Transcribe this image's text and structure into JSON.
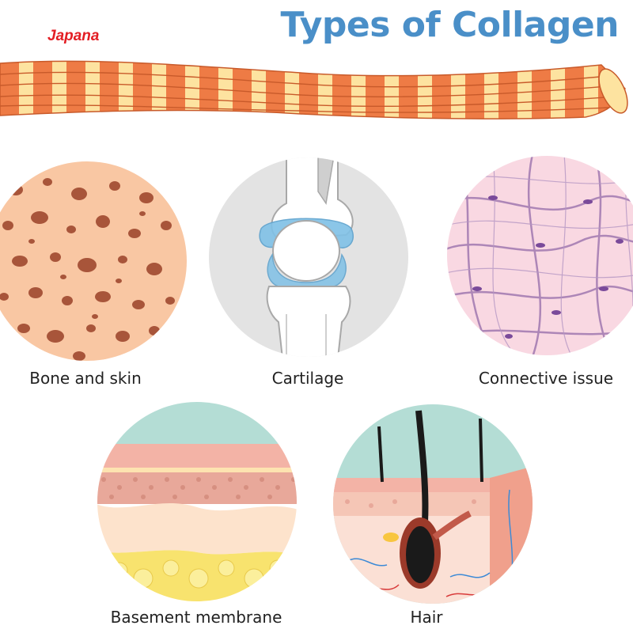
{
  "header": {
    "title": "Types of Collagen",
    "brand": "Japana"
  },
  "types": [
    {
      "label": "Bone and skin"
    },
    {
      "label": "Cartilage"
    },
    {
      "label": "Connective issue"
    },
    {
      "label": "Basement membrane"
    },
    {
      "label": "Hair"
    }
  ],
  "colors": {
    "title": "#4a8fc8",
    "brand": "#e31e24",
    "fiber_orange": "#ee7b45",
    "fiber_cream": "#fde3a0",
    "bone": "#f9c7a3",
    "bone_pore": "#a8553a",
    "cartilage_blue": "#7fc0e6",
    "tissue_pink": "#f9d8e2",
    "tissue_fiber": "#a078b0",
    "membrane_sky": "#b4ddd5",
    "fat_yellow": "#f8e36e",
    "hair_black": "#1a1a1a"
  }
}
